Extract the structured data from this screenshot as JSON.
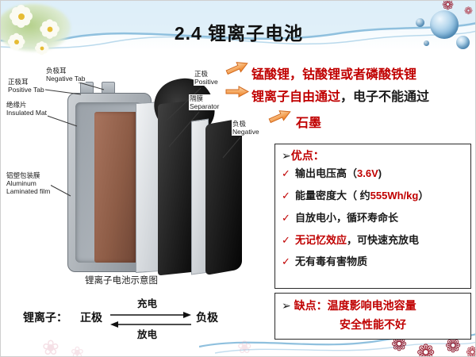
{
  "title": "2.4 锂离子电池",
  "diagram": {
    "caption": "锂离子电池示意图",
    "labels": {
      "negative_tab": {
        "zh": "负极耳",
        "en": "Negative Tab"
      },
      "positive_tab": {
        "zh": "正极耳",
        "en": "Positive Tab"
      },
      "insulated_mat": {
        "zh": "绝缘片",
        "en": "Insulated Mat"
      },
      "aluminum_film": {
        "zh": "铝塑包装膜",
        "en": "Aluminum\nLaminated film"
      },
      "positive": {
        "zh": "正极",
        "en": "Positive"
      },
      "separator": {
        "zh": "隔膜",
        "en": "Separator"
      },
      "negative": {
        "zh": "负极",
        "en": "Negative"
      }
    }
  },
  "annotations": {
    "cathode_materials": "锰酸锂，钴酸锂或者磷酸铁锂",
    "separator_red": "锂离子自由通过",
    "separator_black": "，电子不能通过",
    "anode_material": "石墨"
  },
  "advantages": {
    "bullet": "➢",
    "heading": "优点：",
    "check": "✓",
    "items": [
      {
        "pre": "输出电压高（",
        "red": "3.6V",
        "post": ")"
      },
      {
        "pre": "能量密度大（ 约",
        "red": "555Wh/kg",
        "post": "）"
      },
      {
        "pre": "自放电小，循环寿命长",
        "red": "",
        "post": ""
      },
      {
        "pre": "",
        "red": "无记忆效应",
        "post": "，可快速充放电"
      },
      {
        "pre": "无有毒有害物质",
        "red": "",
        "post": ""
      }
    ]
  },
  "disadvantages": {
    "bullet": "➢ ",
    "heading": "缺点：",
    "text": "温度影响电池容量",
    "line2": "安全性能不好"
  },
  "reaction": {
    "label": "锂离子：",
    "positive": "正极",
    "negative": "负极",
    "charge": "充电",
    "discharge": "放电"
  },
  "decor": {
    "flower": "❁",
    "blossom": "❀"
  },
  "colors": {
    "red": "#c00000",
    "orange": "#ee7d1c"
  }
}
